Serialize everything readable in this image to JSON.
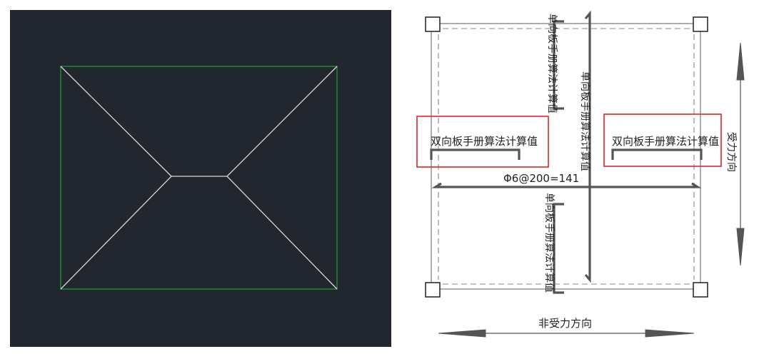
{
  "colors": {
    "cad_background": "#22262e",
    "slab_outline": "#1f8a2e",
    "yield_lines": "#d8d8d8",
    "highlight_box": "#e0242a",
    "rebar": "#555555",
    "dashed": "#888888"
  },
  "left_panel": {
    "description_icon": "yield-line-pattern"
  },
  "right_panel": {
    "left_label": "双向板手册算法计算值",
    "right_label": "双向板手册算法计算值",
    "top_vertical_label": "单向板手册算法计算值",
    "center_vertical_label": "单向板手册算法计算值",
    "bottom_vertical_label": "单向板手册算法计算值",
    "rebar_spec": "Φ6@200=141",
    "stress_direction": "受力方向",
    "non_stress_direction": "非受力方向"
  }
}
